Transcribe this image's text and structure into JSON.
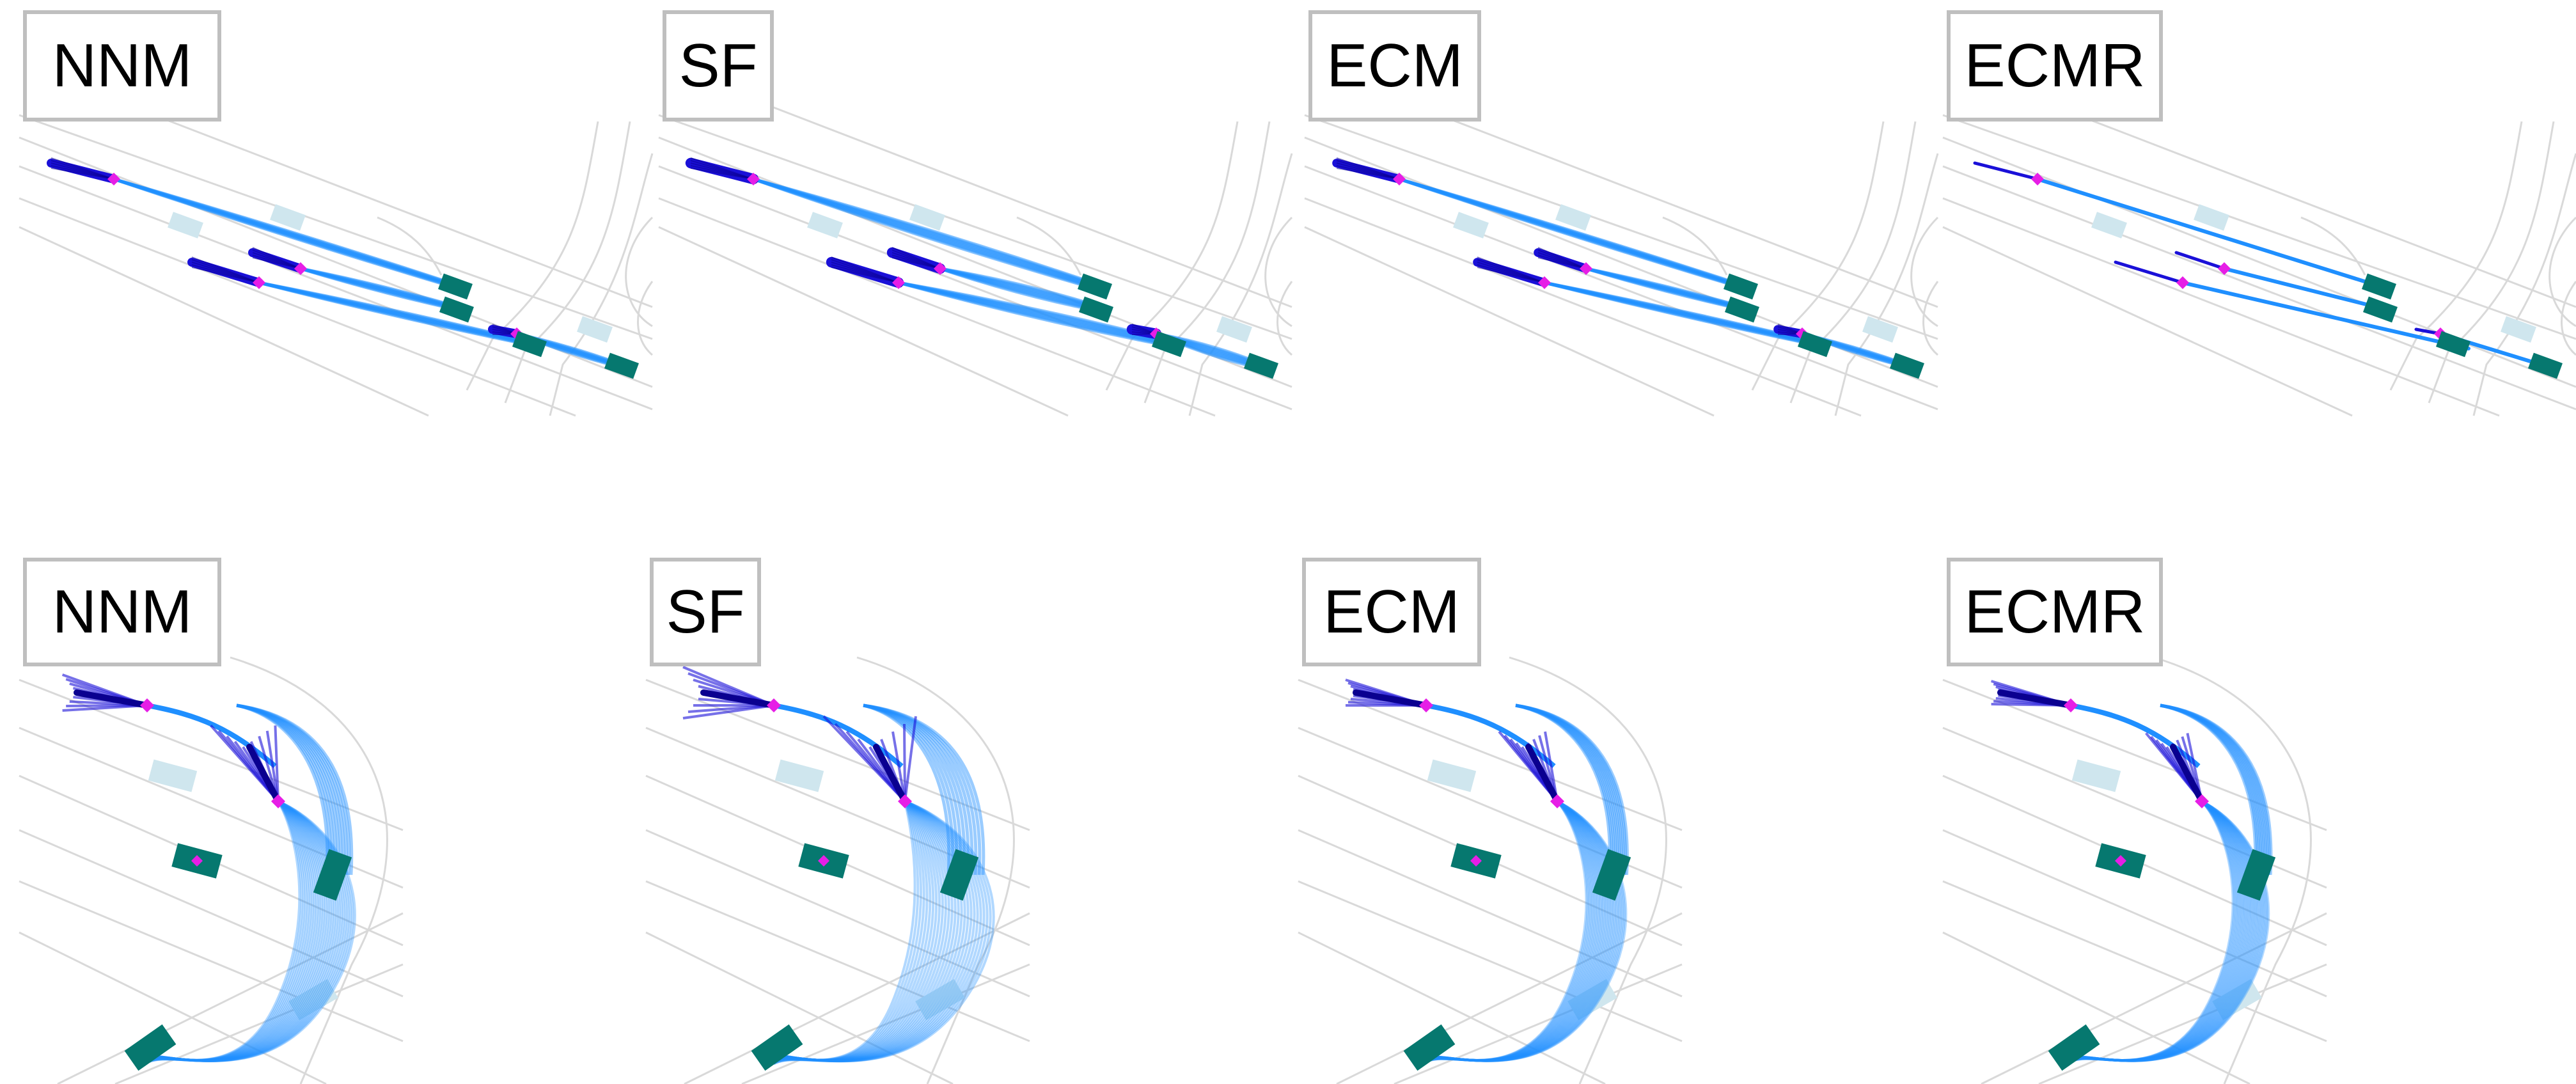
{
  "colors": {
    "road_lines": "#d9d9d9",
    "history": "#1a10d8",
    "history_dark": "#0a0090",
    "prediction": "#1f8fff",
    "agent_vehicle": "#06786f",
    "parked_vehicle": "#cfe6ee",
    "current_position": "#e61ee6",
    "label_border": "#bfbfbf"
  },
  "panels": [
    {
      "label": "NNM",
      "scenario": "straight-road"
    },
    {
      "label": "SF",
      "scenario": "straight-road"
    },
    {
      "label": "ECM",
      "scenario": "straight-road"
    },
    {
      "label": "ECMR",
      "scenario": "straight-road"
    },
    {
      "label": "NNM",
      "scenario": "curved-road"
    },
    {
      "label": "SF",
      "scenario": "curved-road"
    },
    {
      "label": "ECM",
      "scenario": "curved-road"
    },
    {
      "label": "ECMR",
      "scenario": "curved-road"
    }
  ]
}
